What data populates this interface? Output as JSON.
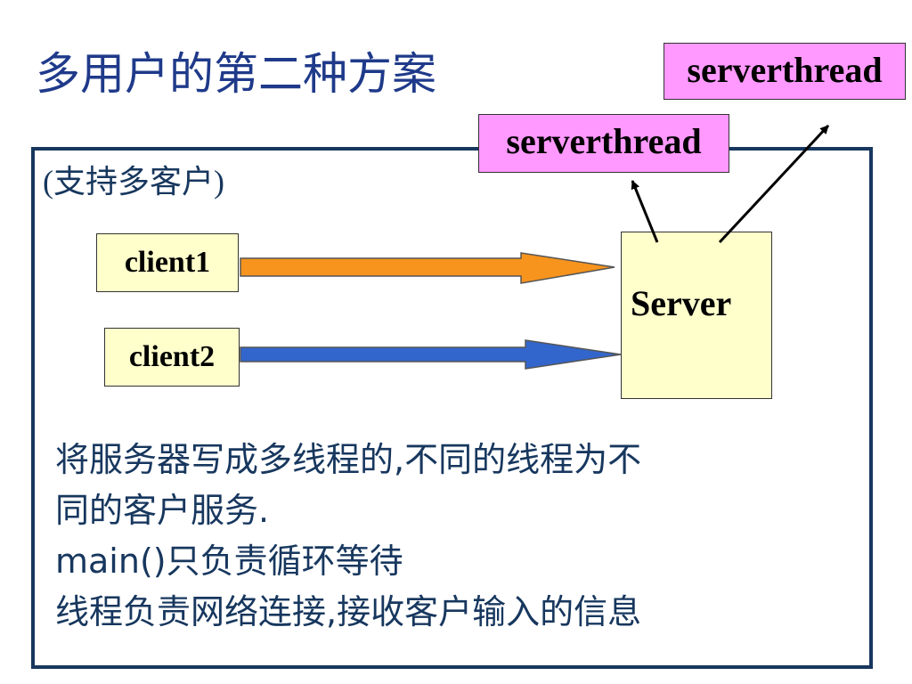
{
  "title": "多用户的第二种方案",
  "subtitle": "(支持多客户)",
  "clients": [
    "client1",
    "client2"
  ],
  "server_label": "Server",
  "threads": [
    "serverthread",
    "serverthread"
  ],
  "description": [
    "将服务器写成多线程的,不同的线程为不",
    "同的客户服务.",
    "main()只负责循环等待",
    "线程负责网络连接,接收客户输入的信息"
  ],
  "colors": {
    "arrow_client1": "#f7941d",
    "arrow_client2": "#3366cc",
    "thread_box": "#ff99ff",
    "node_box": "#ffffcc",
    "frame": "#17375e"
  }
}
